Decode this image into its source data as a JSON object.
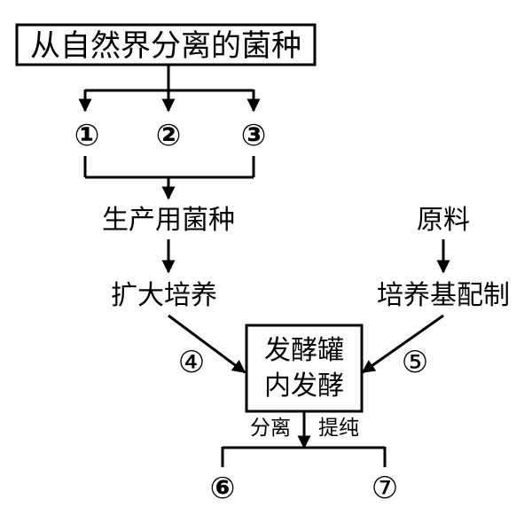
{
  "diagram": {
    "source_box": "从自然界分离的菌种",
    "strain_1": "①",
    "strain_2": "②",
    "strain_3": "③",
    "production_strain": "生产用菌种",
    "raw_material": "原料",
    "expand_culture": "扩大培养",
    "medium_preparation": "培养基配制",
    "step_4": "④",
    "step_5": "⑤",
    "fermenter_line1": "发酵罐",
    "fermenter_line2": "内发酵",
    "separation_label": "分离",
    "purification_label": "提纯",
    "product_6": "⑥",
    "product_7": "⑦"
  }
}
